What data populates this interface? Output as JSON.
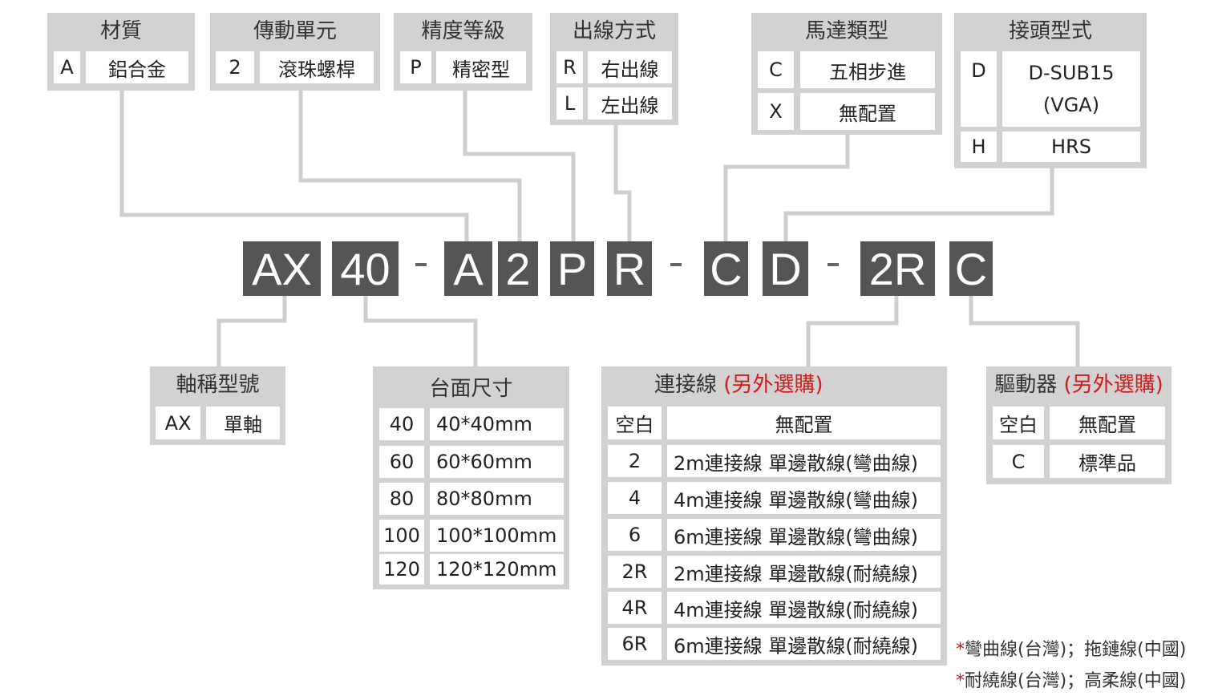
{
  "code_segments": [
    "AX",
    "40",
    "A",
    "2",
    "P",
    "R",
    "C",
    "D",
    "2R",
    "C"
  ],
  "dash": "-",
  "material": {
    "title": "材質",
    "rows": [
      [
        "A",
        "鋁合金"
      ]
    ]
  },
  "drive": {
    "title": "傳動單元",
    "rows": [
      [
        "2",
        "滾珠螺桿"
      ]
    ]
  },
  "precision": {
    "title": "精度等級",
    "rows": [
      [
        "P",
        "精密型"
      ]
    ]
  },
  "outlet": {
    "title": "出線方式",
    "rows": [
      [
        "R",
        "右出線"
      ],
      [
        "L",
        "左出線"
      ]
    ]
  },
  "motor": {
    "title": "馬達類型",
    "rows": [
      [
        "C",
        "五相步進"
      ],
      [
        "X",
        "無配置"
      ]
    ]
  },
  "connector": {
    "title": "接頭型式",
    "rows": [
      [
        "D",
        "D-SUB15",
        "(VGA)"
      ],
      [
        "H",
        "HRS"
      ]
    ]
  },
  "axis": {
    "title": "軸稱型號",
    "rows": [
      [
        "AX",
        "單軸"
      ]
    ]
  },
  "table_size": {
    "title": "台面尺寸",
    "rows": [
      [
        "40",
        "40*40mm"
      ],
      [
        "60",
        "60*60mm"
      ],
      [
        "80",
        "80*80mm"
      ],
      [
        "100",
        "100*100mm"
      ],
      [
        "120",
        "120*120mm"
      ]
    ]
  },
  "cable": {
    "title": "連接線",
    "title_extra": "(另外選購)",
    "rows": [
      [
        "空白",
        "無配置"
      ],
      [
        "2",
        "2m連接線 單邊散線(彎曲線)"
      ],
      [
        "4",
        "4m連接線 單邊散線(彎曲線)"
      ],
      [
        "6",
        "6m連接線 單邊散線(彎曲線)"
      ],
      [
        "2R",
        "2m連接線 單邊散線(耐繞線)"
      ],
      [
        "4R",
        "4m連接線 單邊散線(耐繞線)"
      ],
      [
        "6R",
        "6m連接線 單邊散線(耐繞線)"
      ]
    ]
  },
  "driver": {
    "title": "驅動器",
    "title_extra": "(另外選購)",
    "rows": [
      [
        "空白",
        "無配置"
      ],
      [
        "C",
        "標準品"
      ]
    ]
  },
  "notes": [
    {
      "star": "*",
      "text": "彎曲線(台灣)；拖鏈線(中國)"
    },
    {
      "star": "*",
      "text": "耐繞線(台灣)；高柔線(中國)"
    }
  ],
  "colors": {
    "box_bg": "#d2d2d2",
    "code_bg": "#555555",
    "line": "#cfcfcf",
    "accent": "#d11a1a"
  }
}
